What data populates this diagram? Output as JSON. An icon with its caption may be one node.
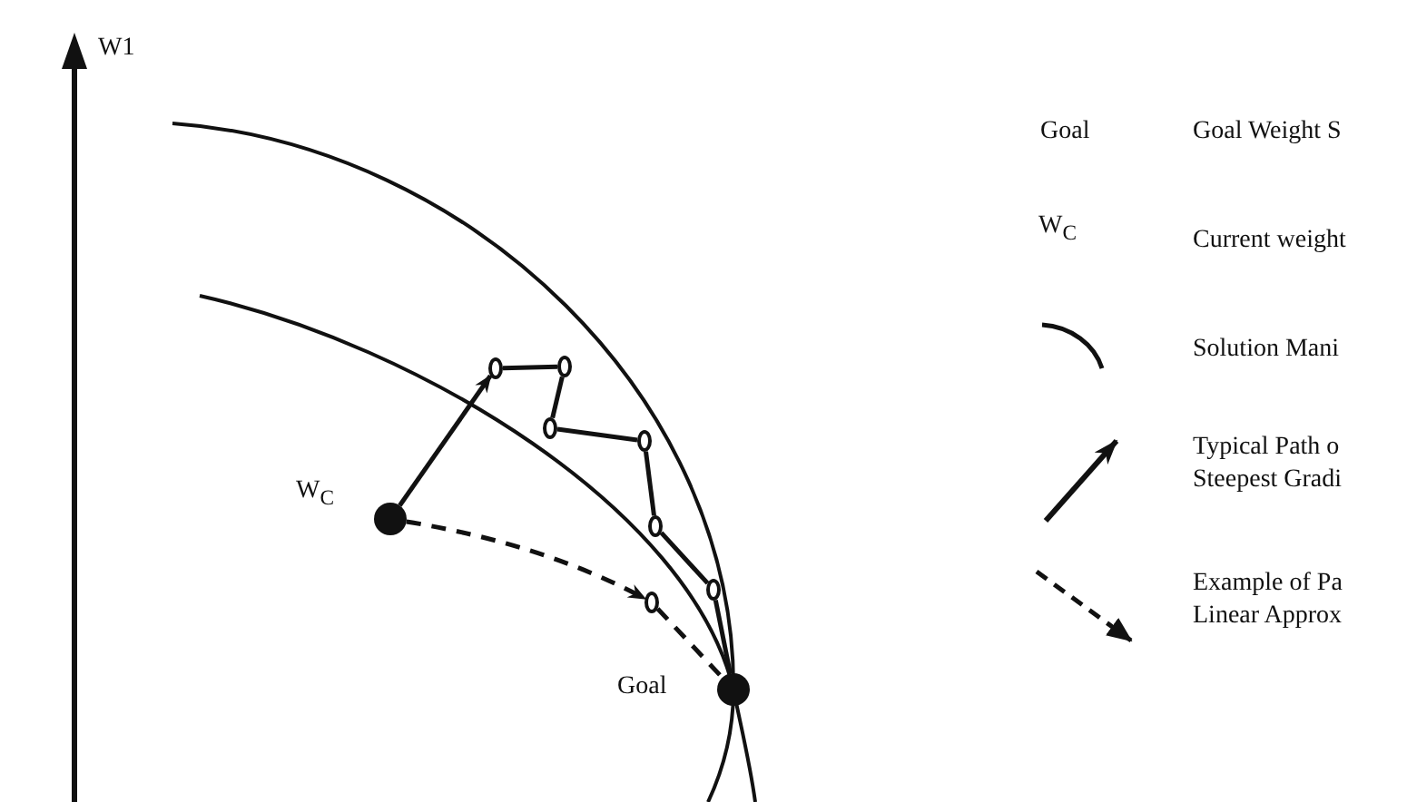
{
  "diagram": {
    "nodes": [
      {
        "text": [],
        "shape": "circle",
        "beside": [
          "W$_{C}$"
        ]
      },
      {
        "text": [],
        "shape": "circle"
      },
      {
        "text": [],
        "shape": "circle"
      },
      {
        "text": [],
        "shape": "circle"
      },
      {
        "text": [],
        "shape": "circle"
      },
      {
        "text": [],
        "shape": "circle"
      },
      {
        "text": [],
        "shape": "circle"
      },
      {
        "text": [],
        "shape": "circle"
      },
      {
        "text": [],
        "shape": "circle",
        "beside": [
          "Goal"
        ]
      }
    ],
    "edges": [
      {
        "from": 0,
        "to": 1,
        "arrow": "to"
      },
      {
        "from": 1,
        "to": 2,
        "arrow": "none"
      },
      {
        "from": 2,
        "to": 3,
        "arrow": "none"
      },
      {
        "from": 3,
        "to": 4,
        "arrow": "none"
      },
      {
        "from": 4,
        "to": 5,
        "arrow": "none"
      },
      {
        "from": 5,
        "to": 6,
        "arrow": "none"
      },
      {
        "from": 6,
        "to": 8,
        "arrow": "none"
      },
      {
        "from": 0,
        "to": 7,
        "arrow": "to",
        "style": "dashed"
      },
      {
        "from": 7,
        "to": 8,
        "arrow": "none",
        "style": "dashed"
      }
    ],
    "labels": [
      "W1",
      "Goal",
      "W$_{C}$"
    ],
    "legend": [
      {
        "text": "Goal Weight S"
      },
      {
        "text": "Current weight"
      },
      {
        "text": "Solution Mani"
      },
      {
        "text": "Typical Path o Steepest Gradi"
      },
      {
        "text": "Example of Pa Linear Approx"
      }
    ]
  }
}
